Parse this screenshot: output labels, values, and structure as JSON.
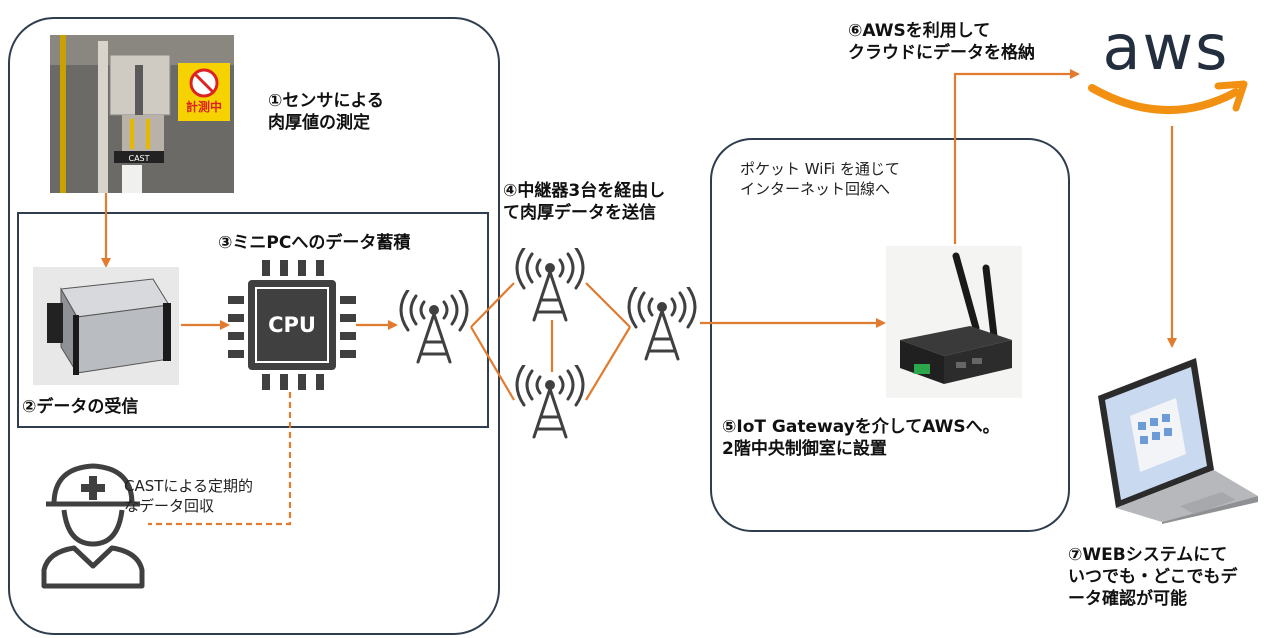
{
  "labels": {
    "sensor": "①センサによる\n肉厚値の測定",
    "receive": "②データの受信",
    "minipc": "③ミニPCへのデータ蓄積",
    "relay": "④中継器3台を経由し\nて肉厚データを送信",
    "gateway": "⑤IoT Gatewayを介してAWSへ。\n2階中央制御室に設置",
    "aws": "⑥AWSを利用して\nクラウドにデータを格納",
    "web": "⑦WEBシステムにて\nいつでも・どこでもデ\nータ確認が可能"
  },
  "notes": {
    "wifi": "ポケット WiFi を通じて\nインターネット回線へ",
    "cast": "CASTによる定期的\nなデータ回収"
  },
  "chip_text": "CPU",
  "logo_text": "aws",
  "sign_text": "計測中",
  "sensor_tag": "CAST",
  "colors": {
    "arrow": "#e07b30",
    "box": "#2e3e4e",
    "icon": "#404040",
    "aws_text": "#232f3e",
    "aws_smile": "#f29111"
  }
}
